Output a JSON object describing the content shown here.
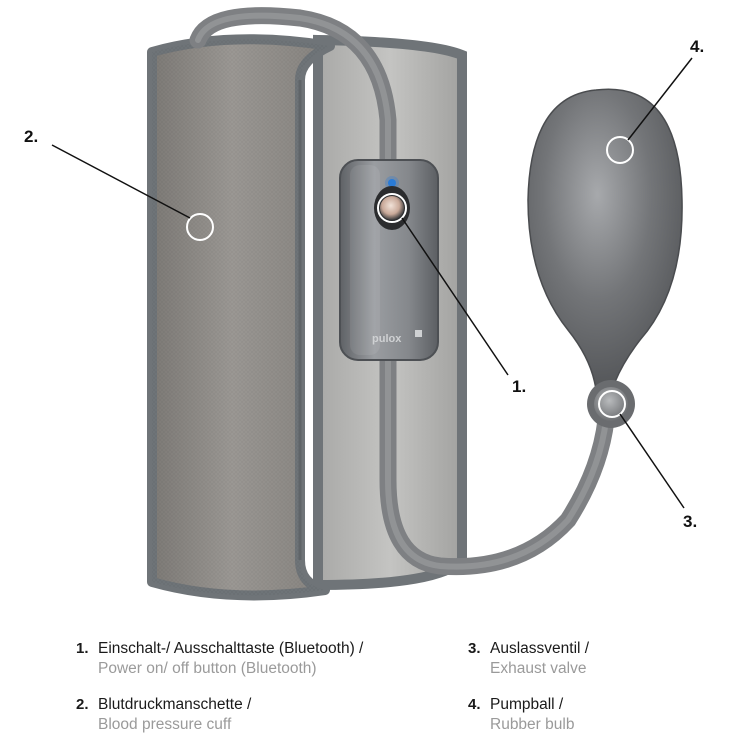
{
  "callouts": {
    "c1": "1.",
    "c2": "2.",
    "c3": "3.",
    "c4": "4."
  },
  "device": {
    "brand_text": "pulox"
  },
  "legend": [
    {
      "num": "1.",
      "de": "Einschalt-/ Ausschalttaste (Bluetooth) /",
      "en": "Power on/ off button (Bluetooth)"
    },
    {
      "num": "2.",
      "de": "Blutdruckmanschette /",
      "en": "Blood pressure cuff"
    },
    {
      "num": "3.",
      "de": "Auslassventil /",
      "en": "Exhaust valve"
    },
    {
      "num": "4.",
      "de": "Pumpball /",
      "en": "Rubber bulb"
    }
  ],
  "colors": {
    "cuff_fabric": "#8f8c88",
    "cuff_border": "#6f7478",
    "cuff_panel": "#b8b8b6",
    "module": "#7c7f83",
    "tube": "#8a8c8e",
    "bulb": "#6d6f72",
    "power_led": "#2a7bd6"
  }
}
